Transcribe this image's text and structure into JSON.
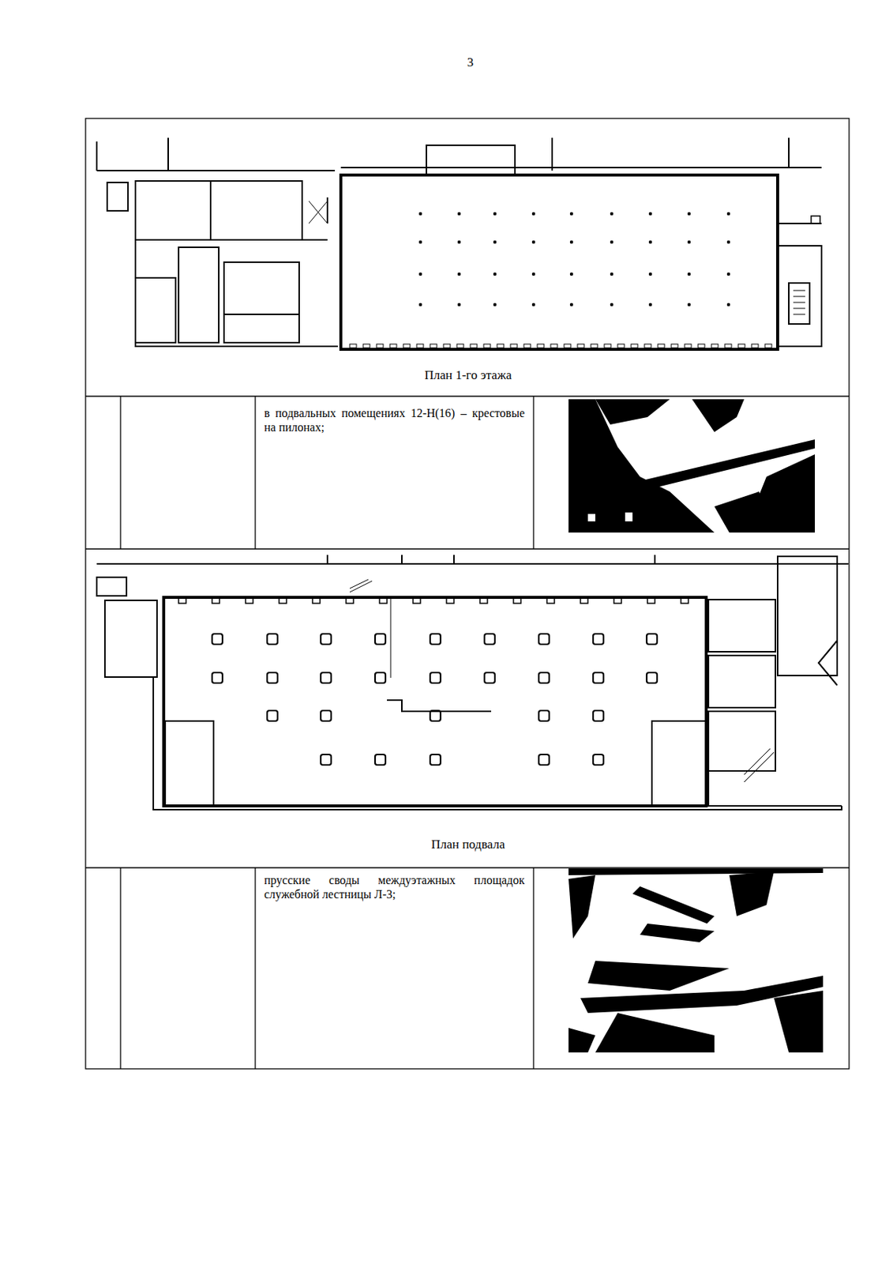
{
  "diagram": {
    "labels": [
      "3",
      "План 1-го этажа",
      "в подвальных помещениях 12-Н(16) – крестовые на пилонах;",
      "План подвала",
      "прусские своды междуэтажных площадок служебной лестницы Л-3;"
    ]
  }
}
